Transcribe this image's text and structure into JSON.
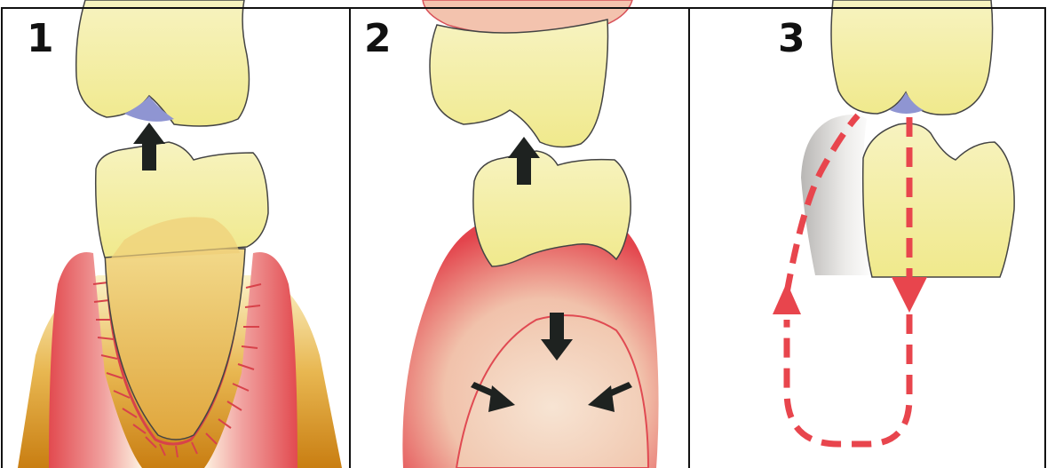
{
  "panels": [
    {
      "number": "1"
    },
    {
      "number": "2"
    },
    {
      "number": "3"
    }
  ],
  "colors": {
    "crown": "#f3efa3",
    "crown_edge": "#444444",
    "contact_point": "#8f95d2",
    "arrow": "#1e2220",
    "dashed_arrow": "#e8454d",
    "gingiva": "#e8636a",
    "bone": "#d79b2b",
    "mucosa": "#f2c7ab"
  }
}
